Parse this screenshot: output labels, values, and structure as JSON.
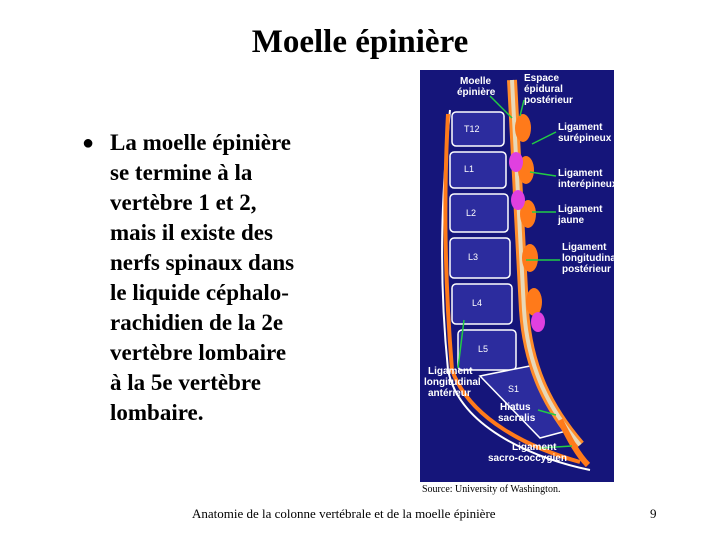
{
  "slide": {
    "title": "Moelle épinière",
    "bullet": "La moelle épinière\nse termine à la\nvertèbre 1 et 2,\nmais il existe des\nnerfs spinaux dans\nle liquide céphalo-\nrachidien de la 2e\nvertèbre lombaire\nà la 5e vertèbre\nlombaire.",
    "caption": "Source: University of Washington.",
    "footer": "Anatomie de la colonne vertébrale et de la moelle épinière",
    "page_number": "9"
  },
  "figure": {
    "background_color": "#15157a",
    "labels": {
      "moelle": [
        "Moelle",
        "épinière"
      ],
      "espace": [
        "Espace",
        "épidural",
        "postérieur"
      ],
      "surepineux": [
        "Ligament",
        "surépineux"
      ],
      "interepineux": [
        "Ligament",
        "interépineux"
      ],
      "jaune": [
        "Ligament",
        "jaune"
      ],
      "longitudinal_post": [
        "Ligament",
        "longitudinal",
        "postérieur"
      ],
      "longitudinal_ant": [
        "Ligament",
        "longitudinal",
        "antérieur"
      ],
      "hiatus": [
        "Hiatus",
        "sacralis"
      ],
      "sacro": [
        "Ligament",
        "sacro-coccygien"
      ]
    },
    "vertebrae": [
      "T12",
      "L1",
      "L2",
      "L3",
      "L4",
      "L5",
      "S1"
    ]
  }
}
